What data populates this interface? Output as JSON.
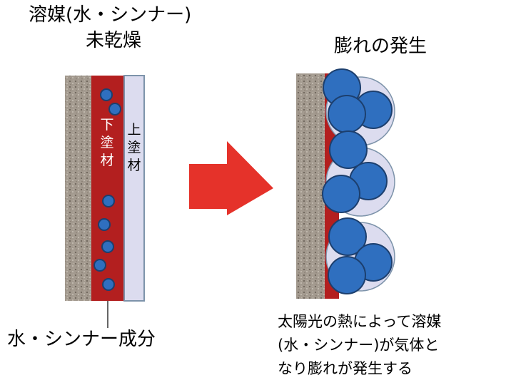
{
  "left_title": {
    "line1": "溶媒(水・シンナー)",
    "line2": "未乾燥"
  },
  "right_title": "膨れの発生",
  "lower_coat": {
    "c1": "下",
    "c2": "塗",
    "c3": "材"
  },
  "upper_coat": {
    "c1": "上",
    "c2": "塗",
    "c3": "材"
  },
  "water_label": "水・シンナー成分",
  "description": {
    "line1": "太陽光の熱によって溶媒",
    "line2": "(水・シンナー)が気体と",
    "line3": "なり膨れが発生する"
  },
  "colors": {
    "substrate": "#a39a8f",
    "lower_coat": "#b31f1f",
    "upper_coat": "#dcdcef",
    "particle": "#2f6fbf",
    "arrow": "#e5322a"
  },
  "icons": {
    "arrow": "arrow-right-icon"
  }
}
